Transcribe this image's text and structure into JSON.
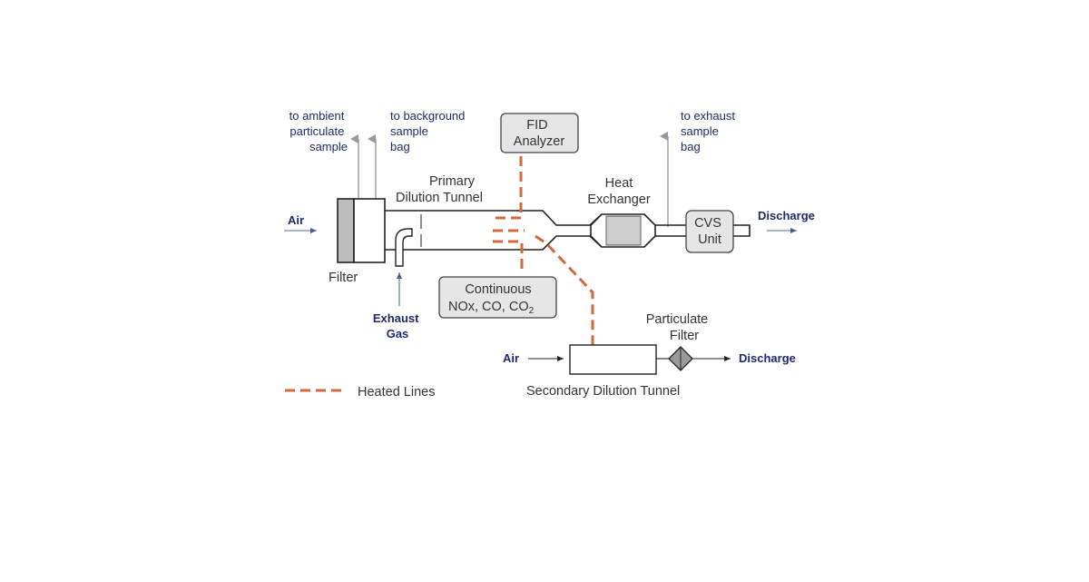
{
  "labels": {
    "to_ambient": [
      "to ambient",
      "particulate",
      "sample"
    ],
    "to_background": [
      "to background",
      "sample",
      "bag"
    ],
    "to_exhaust_bag": [
      "to exhaust",
      "sample",
      "bag"
    ],
    "air_primary": "Air",
    "air_secondary": "Air",
    "discharge_primary": "Discharge",
    "discharge_secondary": "Discharge",
    "filter": "Filter",
    "exhaust_gas": [
      "Exhaust",
      "Gas"
    ],
    "primary_tunnel": [
      "Primary",
      "Dilution Tunnel"
    ],
    "heat_exchanger": [
      "Heat",
      "Exchanger"
    ],
    "cvs_unit": [
      "CVS",
      "Unit"
    ],
    "fid_analyzer": [
      "FID",
      "Analyzer"
    ],
    "continuous_line1": "Continuous",
    "continuous_line2_prefix": "NOx, CO, CO",
    "continuous_line2_sub": "2",
    "particulate_filter": [
      "Particulate",
      "Filter"
    ],
    "secondary_tunnel": "Secondary Dilution Tunnel",
    "legend_heated": "Heated Lines"
  },
  "colors": {
    "heated_line": "#d2693c",
    "label_navy": "#1c2a6e",
    "box_fill": "#e6e6e6",
    "sample_arrow": "#9a9a9a"
  }
}
